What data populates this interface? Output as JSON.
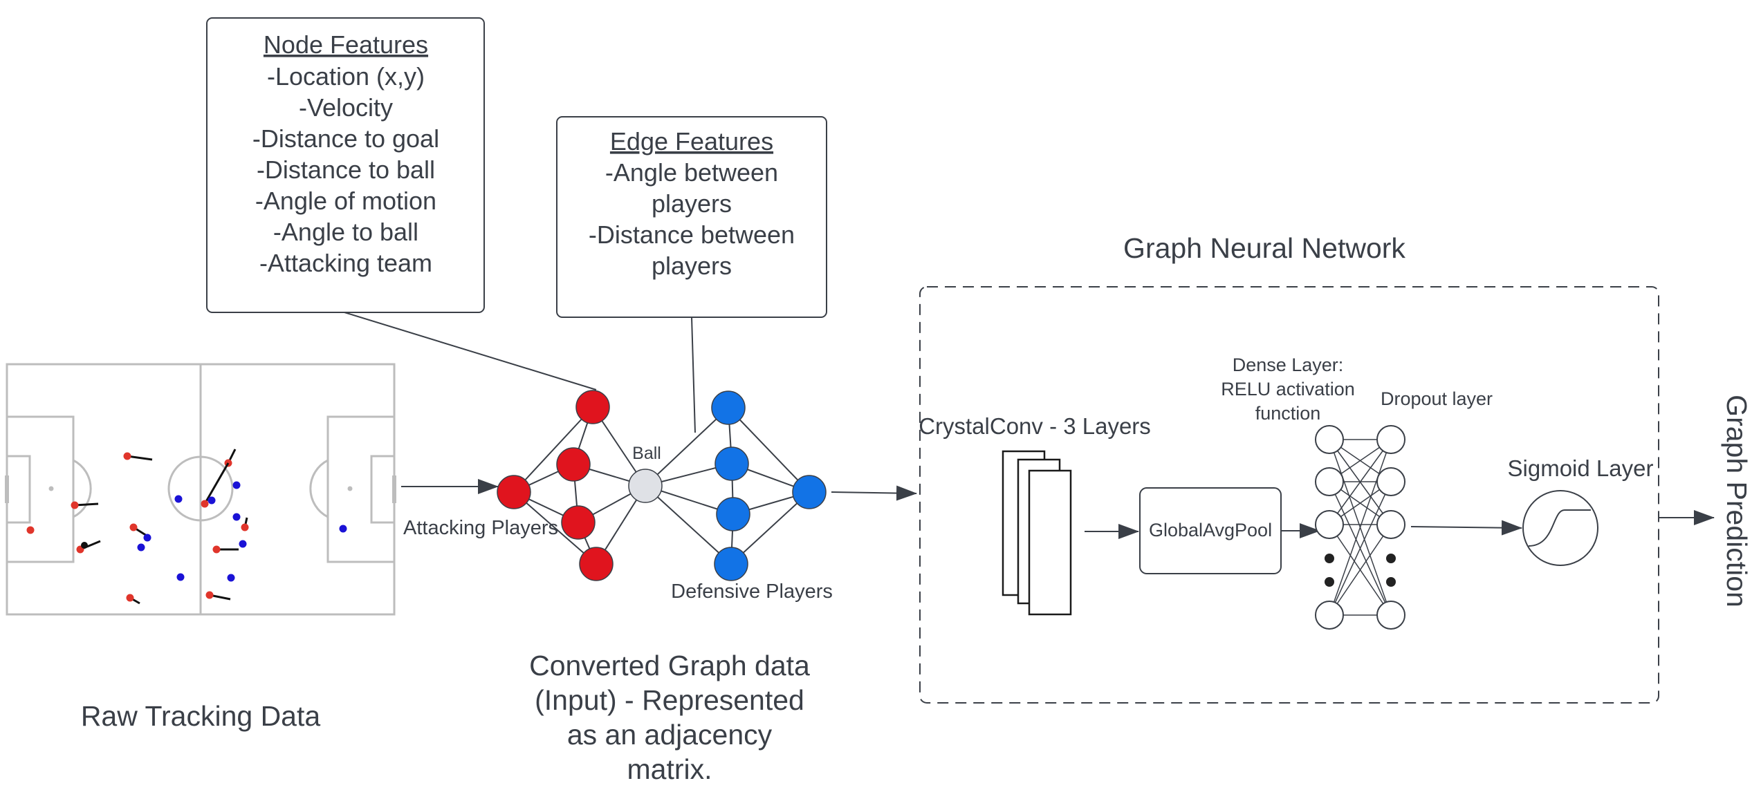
{
  "node_features": {
    "title": "Node Features",
    "items": [
      "-Location (x,y)",
      "-Velocity",
      "-Distance to goal",
      "-Distance to ball",
      "-Angle of motion",
      "-Angle to ball",
      "-Attacking team"
    ]
  },
  "edge_features": {
    "title": "Edge Features",
    "lines": [
      "-Angle between",
      "players",
      "-Distance between",
      "players"
    ]
  },
  "labels": {
    "raw_tracking": "Raw Tracking Data",
    "attacking_players": "Attacking Players",
    "ball": "Ball",
    "defensive_players": "Defensive Players",
    "converted": [
      "Converted Graph data",
      "(Input) - Represented",
      "as an adjacency",
      "matrix."
    ],
    "gnn_title": "Graph Neural Network",
    "crystalconv": "CrystalConv - 3 Layers",
    "global_avg_pool": "GlobalAvgPool",
    "dense_layer": [
      "Dense Layer:",
      "RELU activation",
      "function"
    ],
    "dropout_layer": "Dropout layer",
    "sigmoid_layer": "Sigmoid Layer",
    "prediction": "Graph Prediction"
  },
  "colors": {
    "attacking": "#e0141e",
    "defensive": "#1273e6",
    "ball": "#dfe1e6",
    "line": "#3a3f47",
    "pitch": "#bdbdbd",
    "tracking_red": "#e0352b",
    "tracking_blue": "#1a12d6"
  },
  "icons": {
    "pitch": "soccer-pitch-icon",
    "sigmoid": "sigmoid-curve-icon"
  }
}
